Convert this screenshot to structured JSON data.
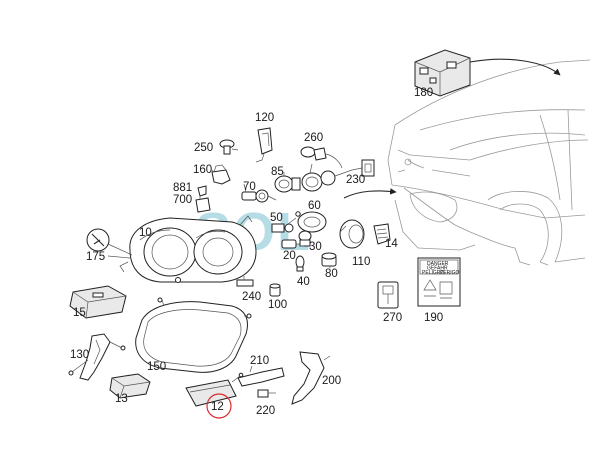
{
  "labels": {
    "p10": "10",
    "p12": "12",
    "p13": "13",
    "p14": "14",
    "p15": "15",
    "p20": "20",
    "p30": "30",
    "p40": "40",
    "p50": "50",
    "p60": "60",
    "p70": "70",
    "p80": "80",
    "p85": "85",
    "p100": "100",
    "p110": "110",
    "p120": "120",
    "p130": "130",
    "p150": "150",
    "p160": "160",
    "p175": "175",
    "p180": "180",
    "p190": "190",
    "p200": "200",
    "p210": "210",
    "p220": "220",
    "p230": "230",
    "p240": "240",
    "p250": "250",
    "p260": "260",
    "p270": "270",
    "p700": "700",
    "p881": "881"
  },
  "watermark": "SOL",
  "warning_label": {
    "line1": "DANGER",
    "line2": "GEFAHR",
    "line3": "PELIGRO",
    "line4": "PERIGO"
  },
  "colors": {
    "highlight_circle": "#d92b2b",
    "watermark": "#5fb4c9"
  }
}
